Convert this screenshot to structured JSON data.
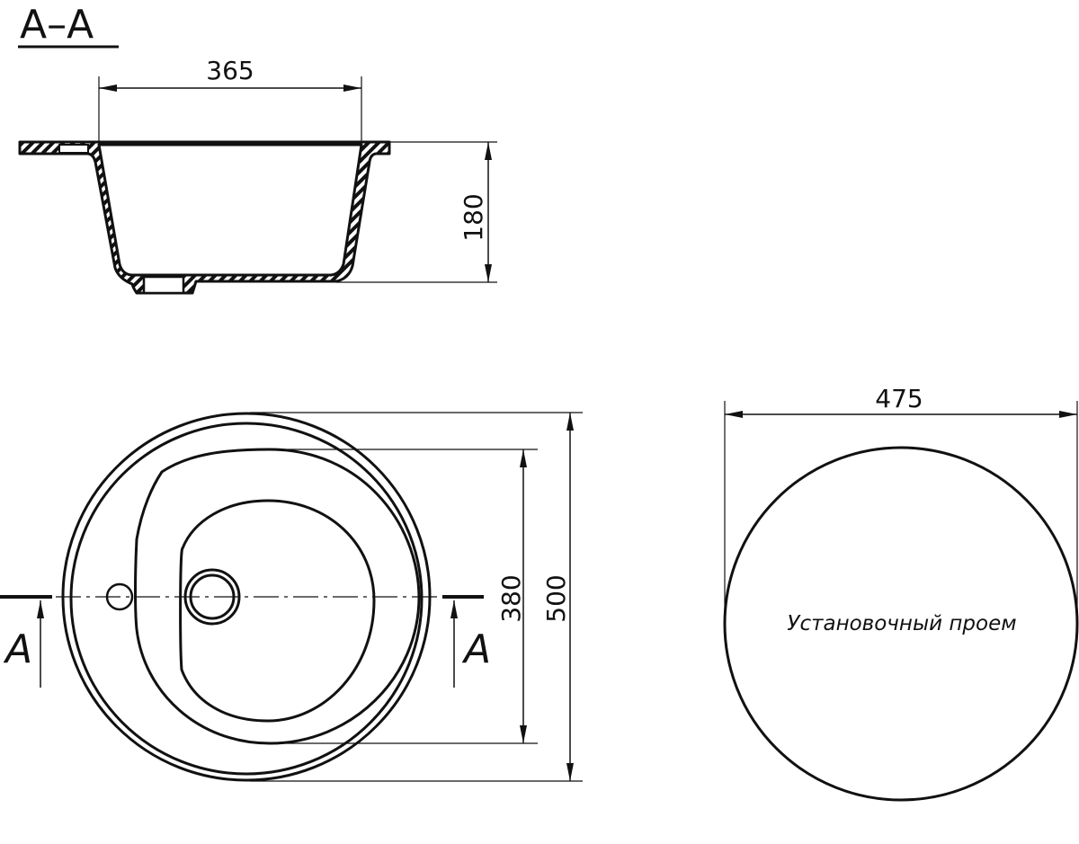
{
  "section": {
    "label": "А–А",
    "width_dim": "365",
    "height_dim": "180"
  },
  "plan": {
    "inner_dim": "380",
    "outer_dim": "500",
    "cut_left": "A",
    "cut_right": "A"
  },
  "cutout": {
    "diameter_dim": "475",
    "caption": "Установочный проем"
  }
}
